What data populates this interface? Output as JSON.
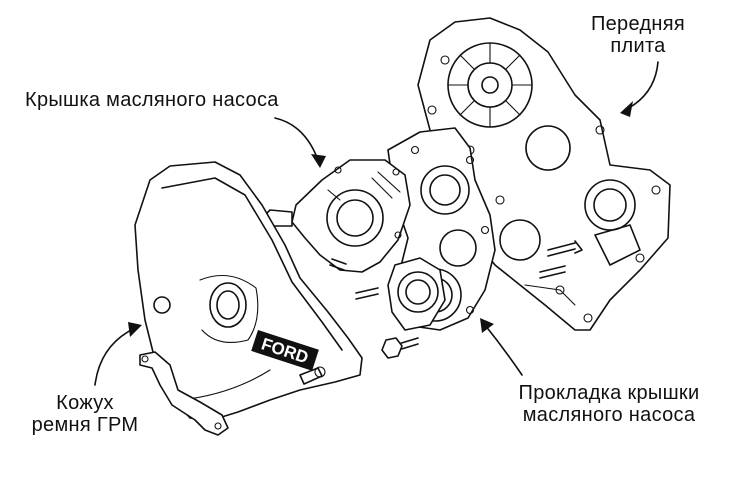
{
  "labels": {
    "front_plate": {
      "line1": "Передняя",
      "line2": "плита"
    },
    "oil_pump_cover": "Крышка масляного насоса",
    "oil_pump_cover_gasket": {
      "line1": "Прокладка крышки",
      "line2": "масляного насоса"
    },
    "timing_belt_cover": {
      "line1": "Кожух",
      "line2": "ремня ГРМ"
    }
  },
  "emboss_text": "FORD",
  "colors": {
    "ink": "#111111",
    "background": "#ffffff"
  }
}
